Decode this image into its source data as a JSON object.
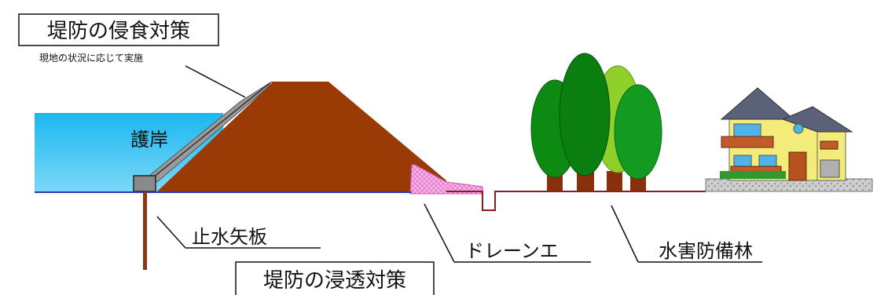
{
  "labels": {
    "erosion_box": "堤防の侵食対策",
    "erosion_note": "現地の状況に応じて実施",
    "revetment": "護岸",
    "sheet_pile": "止水矢板",
    "drain": "ドレーンエ",
    "forest": "水害防備林",
    "seepage_box": "堤防の浸透対策"
  },
  "colors": {
    "water_top": "#1bb7ef",
    "water_bottom": "#6fd4f7",
    "embankment": "#9a3a05",
    "drain_fill": "#f4a6e0",
    "ground_line": "#8c1b22",
    "base_line": "#3040c0",
    "tree_dark": "#0a7f10",
    "tree_mid": "#139a20",
    "tree_light": "#8fd12a",
    "trunk": "#8a2f0d",
    "house_wall": "#f3ec7a",
    "house_roof": "#5a6178",
    "gravel": "#c9c9c9"
  },
  "icons": [
    "tree-icon",
    "house-icon"
  ]
}
